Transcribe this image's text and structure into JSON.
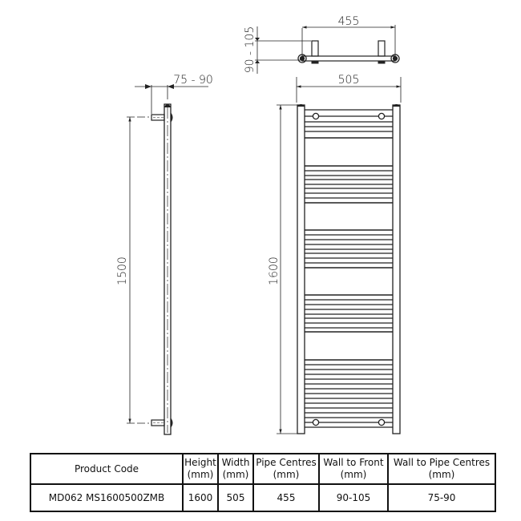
{
  "drawing": {
    "top_view": {
      "pipe_centres_label": "455",
      "wall_to_front_label": "90 - 105",
      "width_label": "505"
    },
    "side_view": {
      "wall_to_pipe_label": "75 - 90",
      "pipe_height_label": "1500"
    },
    "front_view": {
      "height_label": "1600"
    },
    "colors": {
      "line": "#222222",
      "background": "#ffffff"
    }
  },
  "table": {
    "headers": [
      {
        "line1": "",
        "line2": "Product Code"
      },
      {
        "line1": "Height",
        "line2": "(mm)"
      },
      {
        "line1": "Width",
        "line2": "(mm)"
      },
      {
        "line1": "Pipe Centres",
        "line2": "(mm)"
      },
      {
        "line1": "Wall to Front",
        "line2": "(mm)"
      },
      {
        "line1": "Wall to Pipe Centres",
        "line2": "(mm)"
      }
    ],
    "rows": [
      {
        "product_code": "MD062 MS1600500ZMB",
        "height": "1600",
        "width": "505",
        "pipe_centres": "455",
        "wall_to_front": "90-105",
        "wall_to_pipe_centres": "75-90"
      }
    ]
  }
}
